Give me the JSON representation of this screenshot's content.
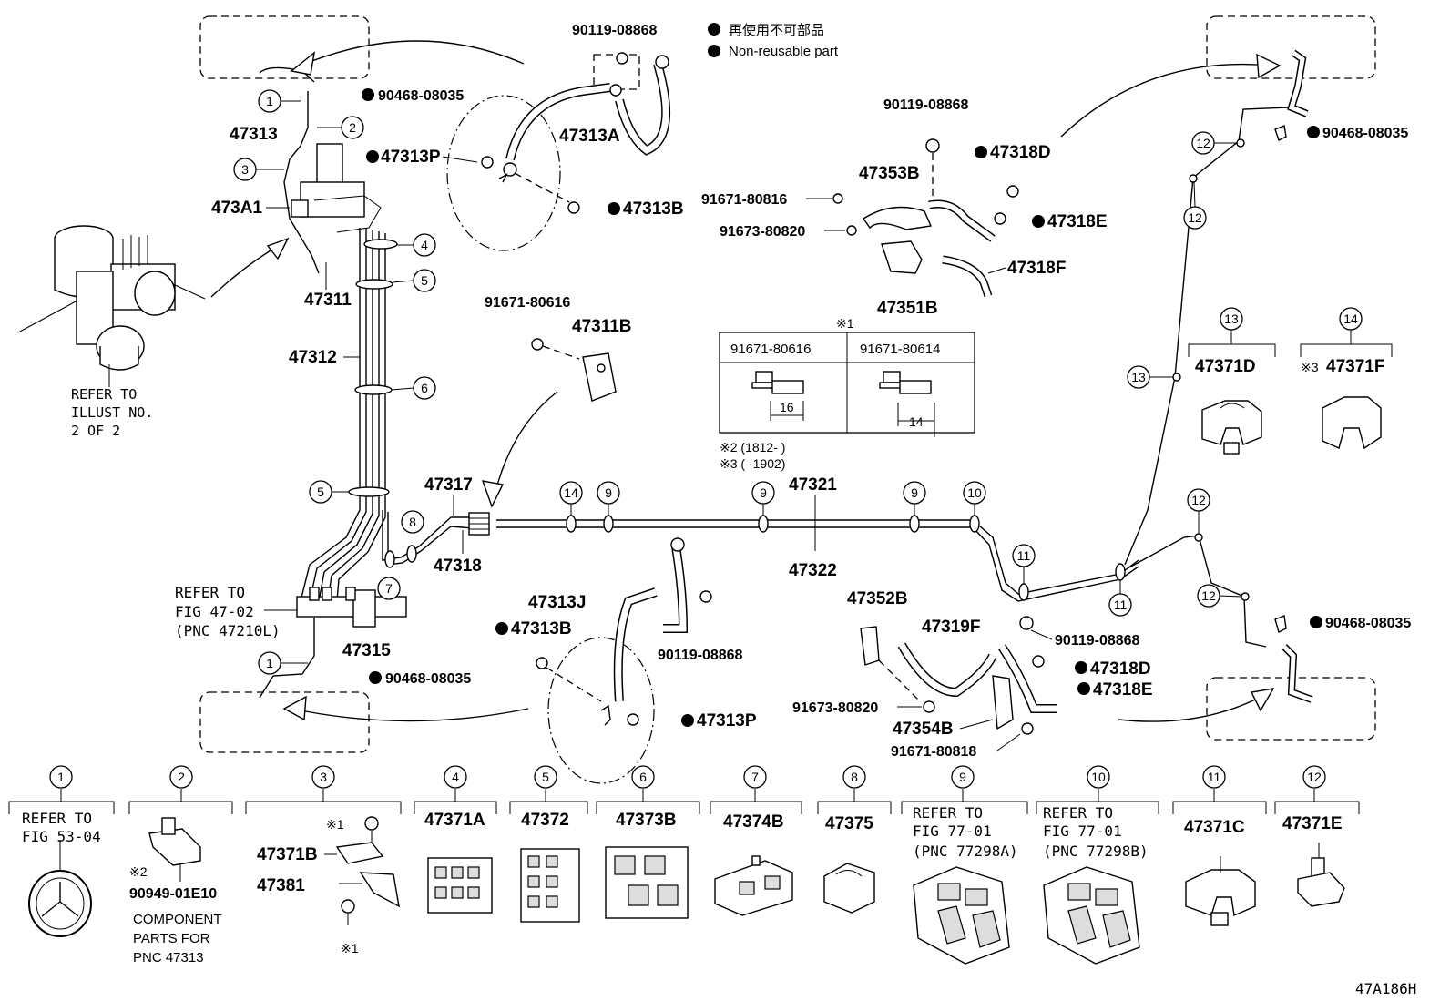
{
  "legend": {
    "japanese": "再使用不可部品",
    "english": "Non-reusable part"
  },
  "illustration_code": "47A186H",
  "callouts": {
    "c1": "1",
    "c2": "2",
    "c3": "3",
    "c4": "4",
    "c5": "5",
    "c6": "6",
    "c7": "7",
    "c8": "8",
    "c9": "9",
    "c10": "10",
    "c11": "11",
    "c12": "12",
    "c13": "13",
    "c14": "14"
  },
  "part_numbers": {
    "p90468_08035": "90468-08035",
    "p47313": "47313",
    "p473A1": "473A1",
    "p47311": "47311",
    "p47312": "47312",
    "p47315": "47315",
    "p47317": "47317",
    "p47318": "47318",
    "p47321": "47321",
    "p47322": "47322",
    "p90119_08868": "90119-08868",
    "p47313A": "47313A",
    "p47313P": "47313P",
    "p47313B": "47313B",
    "p91671_80616": "91671-80616",
    "p47311B": "47311B",
    "p47353B": "47353B",
    "p91671_80816": "91671-80816",
    "p91673_80820": "91673-80820",
    "p47351B": "47351B",
    "p47318D": "47318D",
    "p47318E": "47318E",
    "p47318F": "47318F",
    "p47371D": "47371D",
    "p47371F": "47371F",
    "p47313J": "47313J",
    "p47352B": "47352B",
    "p47319F": "47319F",
    "p47354B": "47354B",
    "p91671_80818": "91671-80818"
  },
  "refer_notes": {
    "illust": [
      "REFER TO",
      "ILLUST NO.",
      "2 OF 2"
    ],
    "fig4702": [
      "REFER TO",
      "FIG 47-02",
      "(PNC 47210L)"
    ]
  },
  "bolt_table": {
    "mark": "※1",
    "col1": "91671-80616",
    "col2": "91671-80614",
    "dim1": "16",
    "dim2": "14"
  },
  "footnotes": {
    "n2": "※2 (1812-      )",
    "n3": "※3 (      -1902)",
    "x3prefix": "※3"
  },
  "components": [
    {
      "num": "1",
      "lines": [
        "REFER TO",
        "FIG 53-04"
      ]
    },
    {
      "num": "2",
      "lines": [
        "※2",
        "90949-01E10"
      ],
      "sub": [
        "COMPONENT",
        "PARTS FOR",
        "PNC 47313"
      ]
    },
    {
      "num": "3",
      "lines": [
        "47371B",
        "47381"
      ],
      "marks": [
        "※1",
        "※1"
      ]
    },
    {
      "num": "4",
      "lines": [
        "47371A"
      ]
    },
    {
      "num": "5",
      "lines": [
        "47372"
      ]
    },
    {
      "num": "6",
      "lines": [
        "47373B"
      ]
    },
    {
      "num": "7",
      "lines": [
        "47374B"
      ]
    },
    {
      "num": "8",
      "lines": [
        "47375"
      ]
    },
    {
      "num": "9",
      "lines": [
        "REFER TO",
        "FIG 77-01",
        "(PNC 77298A)"
      ]
    },
    {
      "num": "10",
      "lines": [
        "REFER TO",
        "FIG 77-01",
        "(PNC 77298B)"
      ]
    },
    {
      "num": "11",
      "lines": [
        "47371C"
      ]
    },
    {
      "num": "12",
      "lines": [
        "47371E"
      ]
    }
  ]
}
